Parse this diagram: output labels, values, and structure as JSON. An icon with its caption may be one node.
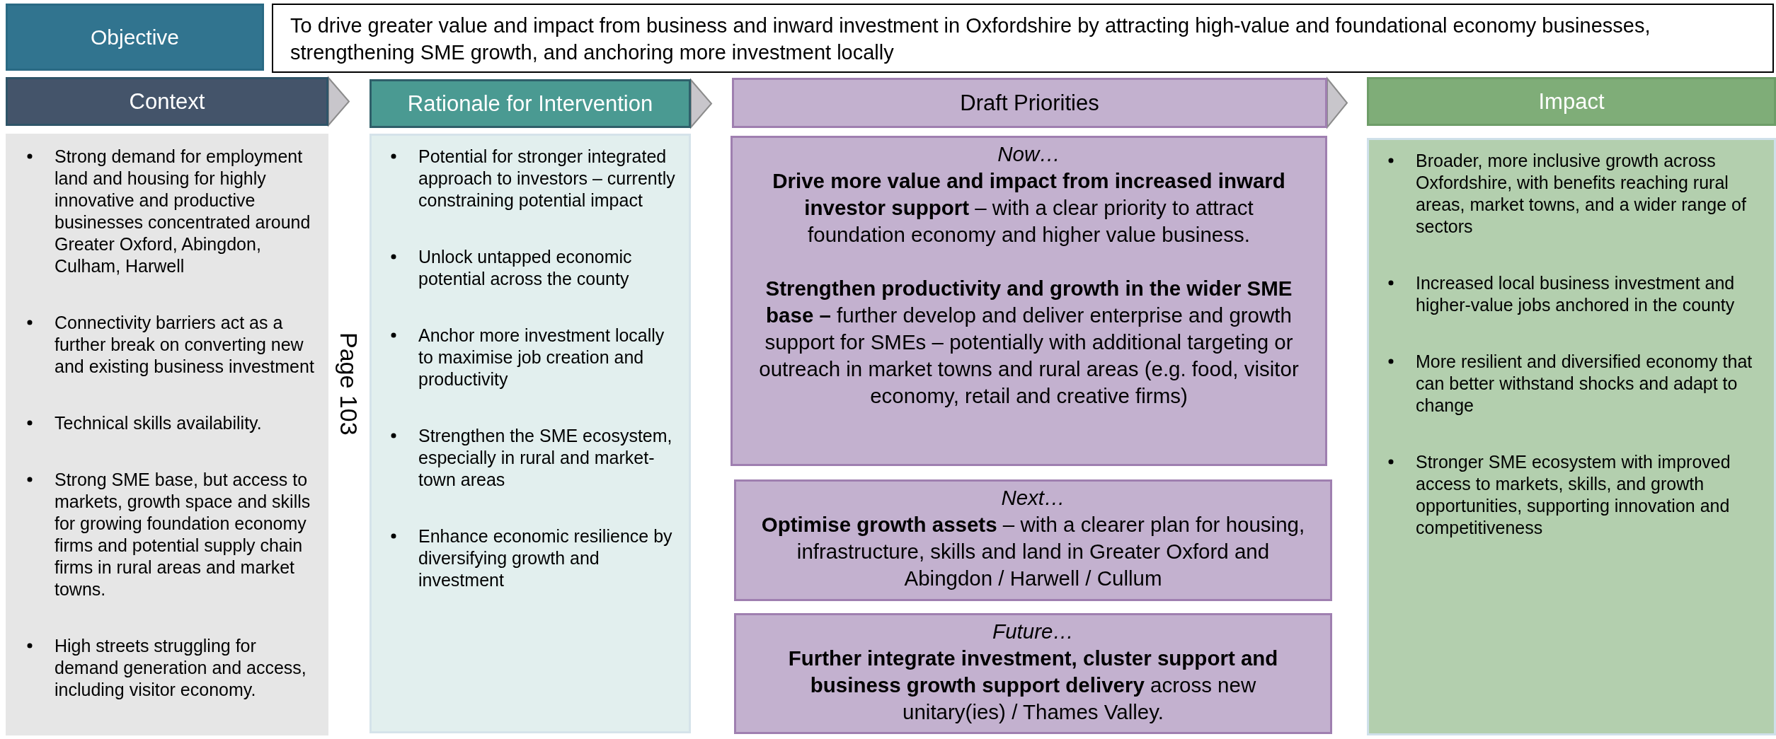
{
  "diagram": {
    "nodes": [
      {
        "text": [
          "Objective"
        ]
      },
      {
        "text": [
          "To drive greater value and impact from business and inward investment in Oxfordshire by attracting high-value and foundational economy businesses, strengthening SME growth, and anchoring more investment locally"
        ]
      },
      {
        "text": [
          "Context"
        ]
      },
      {
        "text": [
          "Strong demand for employment land and housing for highly innovative and productive businesses concentrated around Greater Oxford, Abingdon, Culham, Harwell",
          "Connectivity barriers act as a further break on converting new and existing business investment",
          "Technical skills availability.",
          "Strong SME base, but access to markets, growth space and skills for growing foundation economy firms and potential supply chain firms in rural areas and market towns.",
          "High streets struggling for demand generation and access, including visitor economy."
        ]
      },
      {
        "text": [
          "Rationale for Intervention"
        ]
      },
      {
        "text": [
          "Potential for stronger integrated approach to investors – currently constraining potential impact",
          "Unlock untapped economic potential across the county",
          "Anchor more investment locally to maximise job creation and productivity",
          "Strengthen the SME ecosystem, especially in rural and market-town areas",
          "Enhance economic resilience by diversifying growth and investment"
        ]
      },
      {
        "text": [
          "Draft Priorities"
        ]
      },
      {
        "text": [
          "Now…",
          "**Drive more value and impact from increased inward investor support** – with a clear priority to attract foundation economy and higher value business.",
          "**Strengthen productivity and growth in the wider SME base –** further develop and deliver enterprise and growth support for SMEs – potentially with additional targeting or outreach in market towns and rural areas (e.g. food, visitor economy, retail and creative firms)"
        ]
      },
      {
        "text": [
          "Next…",
          "**Optimise growth assets** – with a clearer plan for housing, infrastructure, skills and land in Greater Oxford and Abingdon / Harwell / Cullum"
        ]
      },
      {
        "text": [
          "Future…",
          "**Further integrate investment, cluster support and business growth support delivery** across new unitary(ies) / Thames Valley."
        ]
      },
      {
        "text": [
          "Impact"
        ]
      },
      {
        "text": [
          "Broader, more inclusive growth across Oxfordshire, with benefits reaching rural areas, market towns, and a wider range of sectors",
          "Increased local business investment and higher-value jobs anchored in the county",
          "More resilient and diversified economy that can better withstand shocks and adapt to change",
          "Stronger SME ecosystem with improved access to markets, skills, and growth opportunities, supporting innovation and competitiveness"
        ]
      }
    ],
    "edges": [
      {
        "from": 2,
        "to": 4,
        "arrow": "to"
      },
      {
        "from": 4,
        "to": 6,
        "arrow": "to"
      },
      {
        "from": 6,
        "to": 10,
        "arrow": "to"
      }
    ],
    "labels": [
      "Page 103"
    ]
  }
}
